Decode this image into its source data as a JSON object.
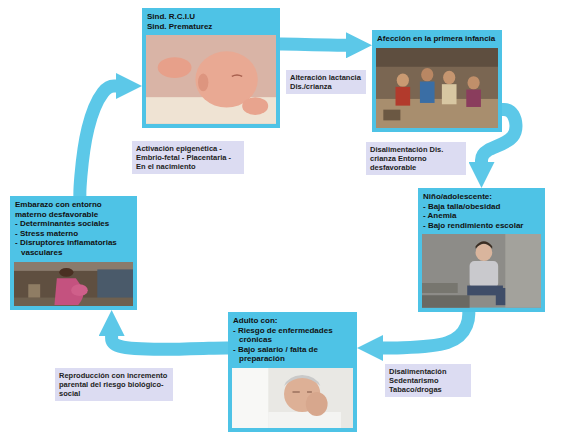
{
  "diagram": {
    "nodes": [
      {
        "text": [
          "Sind. R.C.I.U",
          "Sind. Prematurez"
        ]
      },
      {
        "text": [
          "Afección en la primera infancia"
        ]
      },
      {
        "text": [
          "Niño/adolescente:",
          "- Baja talla/obesidad",
          "- Anemia",
          "- Bajo rendimiento escolar"
        ]
      },
      {
        "text": [
          "Adulto con:",
          "- Riesgo de enfermedades crónicas",
          "- Bajo salario / falta de preparación"
        ]
      },
      {
        "text": [
          "Embarazo con entorno materno desfavorable",
          "- Determinantes sociales",
          "- Stress materno",
          "- Disruptores inflamatorias vasculares"
        ]
      }
    ],
    "edges": [
      {
        "from": 0,
        "to": 1,
        "arrow": "to",
        "label": "Alteración lactancia Dis./crianza"
      },
      {
        "from": 1,
        "to": 2,
        "arrow": "to",
        "label": "Disalimentación Dis. crianza Entorno desfavorable"
      },
      {
        "from": 2,
        "to": 3,
        "arrow": "to",
        "label": "Disalimentación Sedentarismo Tabaco/drogas"
      },
      {
        "from": 3,
        "to": 4,
        "arrow": "to",
        "label": "Reproducción con incremento parental del riesgo biológico-social"
      },
      {
        "from": 4,
        "to": 0,
        "arrow": "to",
        "label": "Activación epigenética - Embrio-fetal - Placentaria - En el nacimiento"
      }
    ]
  }
}
